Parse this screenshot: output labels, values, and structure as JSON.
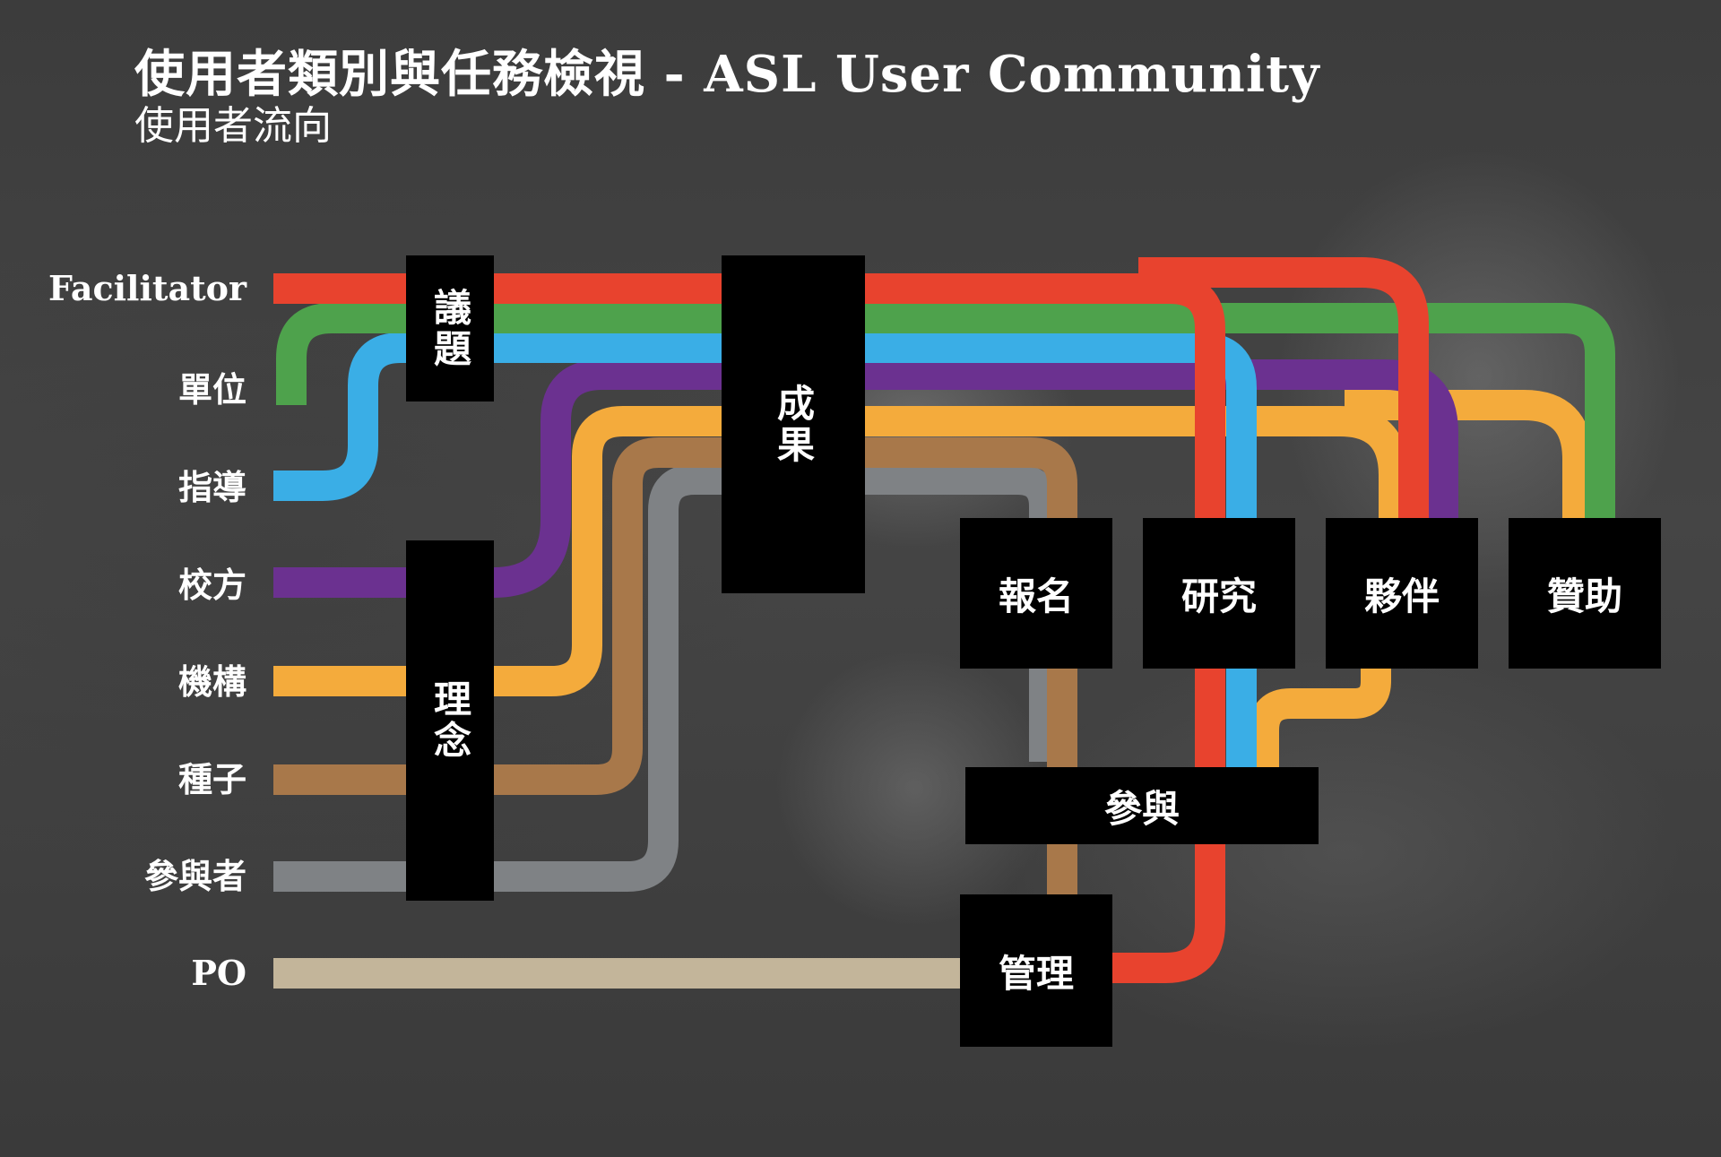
{
  "title": "使用者類別與任務檢視 - ASL User Community",
  "subtitle": "使用者流向",
  "users": {
    "facilitator": "Facilitator",
    "unit": "單位",
    "guidance": "指導",
    "school": "校方",
    "institution": "機構",
    "seed": "種子",
    "participant": "參與者",
    "po": "PO"
  },
  "nodes": {
    "issue": "議題",
    "outcome": "成果",
    "concept": "理念",
    "register": "報名",
    "research": "研究",
    "partner": "夥伴",
    "sponsor": "贊助",
    "participate": "參與",
    "manage": "管理"
  },
  "colors": {
    "facilitator": "#e8432e",
    "unit": "#4ea24c",
    "guidance": "#3aaee6",
    "school": "#6b3190",
    "institution": "#f4ab3c",
    "seed": "#a8784a",
    "participant": "#7f8285",
    "po": "#c3b59a"
  }
}
